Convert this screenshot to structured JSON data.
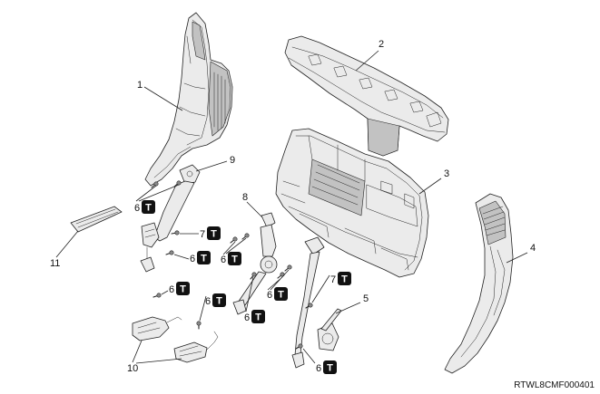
{
  "figure_id": "RTWL8CMF000401",
  "torque_symbol": "T",
  "part_callouts": {
    "part_1": "1",
    "part_2": "2",
    "part_3": "3",
    "part_4": "4",
    "part_5": "5",
    "part_8": "8",
    "part_9": "9",
    "part_10": "10",
    "part_11": "11"
  },
  "fastener_callouts": [
    "6",
    "7",
    "6",
    "6",
    "6",
    "6",
    "6",
    "6",
    "7",
    "6"
  ],
  "icons": {
    "torque": "torque-icon",
    "fastener": "bolt-icon"
  },
  "colors": {
    "line": "#222222",
    "panel_fill": "#ebebeb",
    "shade_fill": "#c2c2c2",
    "torque_icon": "#111111",
    "background": "#ffffff"
  }
}
